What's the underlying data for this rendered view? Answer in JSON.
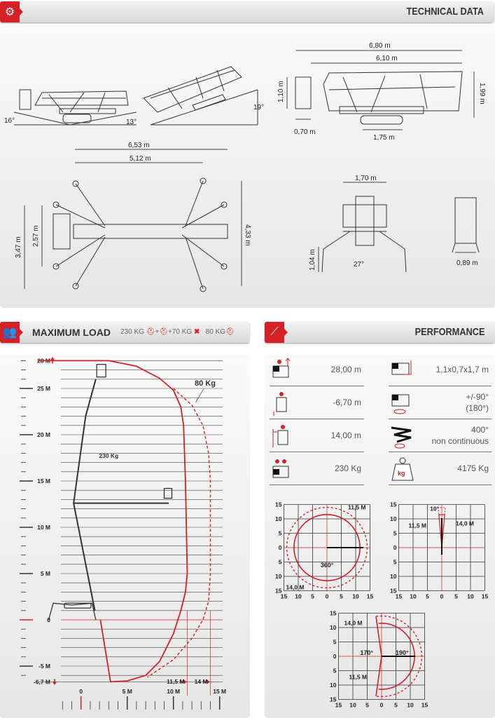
{
  "technical_header": {
    "title": "TECHNICAL DATA",
    "icon": "gear-icon"
  },
  "dimensions": {
    "slope_left": "16°",
    "slope_mid": "13°",
    "slope_right": "19°",
    "length_total": "6,80 m",
    "length_base": "6,10 m",
    "basket_height": "1,10 m",
    "height_total": "1,99 m",
    "basket_depth": "0,70 m",
    "track_length": "1,75 m",
    "outrigger_span_total": "6,53 m",
    "outrigger_span_inner": "5,12 m",
    "width_left_outer": "3,47 m",
    "width_left_inner": "2,57 m",
    "width_right": "4,33 m",
    "front_width": "1,70 m",
    "front_ground_clearance": "1,04 m",
    "front_angle": "27°",
    "narrow_width": "0,89 m"
  },
  "load_header": {
    "title": "MAXIMUM LOAD",
    "cap1": "230 KG",
    "plus1": "+",
    "plus2": "+",
    "cap2": "70 KG",
    "cap3": "80 KG",
    "icon": "two-persons-icon"
  },
  "performance_header": {
    "title": "PERFORMANCE",
    "icon": "boom-lift-icon"
  },
  "performance": {
    "left": [
      {
        "icon": "max-height-icon",
        "value": "28,00 m"
      },
      {
        "icon": "max-depth-icon",
        "value": "-6,70 m"
      },
      {
        "icon": "max-outreach-icon",
        "value": "14,00 m"
      },
      {
        "icon": "basket-load-icon",
        "value": "230 Kg"
      }
    ],
    "right": [
      {
        "icon": "basket-size-icon",
        "value": "1,1x0,7x1,7 m"
      },
      {
        "icon": "basket-rotation-icon",
        "value": "+/-90°",
        "value2": "(180°)"
      },
      {
        "icon": "turret-rotation-icon",
        "value": "400°",
        "value2": "non continuous"
      },
      {
        "icon": "weight-icon",
        "value": "4175 Kg",
        "badge": "kg"
      }
    ]
  },
  "chart_data": {
    "type": "line",
    "title": "Working envelope",
    "y_ticks": [
      {
        "v": 28,
        "label": "28 M"
      },
      {
        "v": 25,
        "label": "25 M"
      },
      {
        "v": 20,
        "label": "20 M"
      },
      {
        "v": 15,
        "label": "15 M"
      },
      {
        "v": 10,
        "label": "10 M"
      },
      {
        "v": 5,
        "label": "5 M"
      },
      {
        "v": 0,
        "label": "0"
      },
      {
        "v": -5,
        "label": "-5 M"
      },
      {
        "v": -6.7,
        "label": "-6,7 M"
      }
    ],
    "x_ticks": [
      {
        "v": 0,
        "label": "0"
      },
      {
        "v": 5,
        "label": "5 M"
      },
      {
        "v": 10,
        "label": "10 M"
      },
      {
        "v": 15,
        "label": "15 M"
      }
    ],
    "reach_marks": [
      {
        "v": 11.5,
        "label": "11,5 M"
      },
      {
        "v": 14,
        "label": "14 M"
      }
    ],
    "xlim": [
      -2,
      15
    ],
    "ylim": [
      -6.7,
      28
    ],
    "series": [
      {
        "name": "230 Kg",
        "style": "solid",
        "points": [
          [
            -4.7,
            28
          ],
          [
            3,
            28
          ],
          [
            6,
            27.4
          ],
          [
            8.5,
            26.1
          ],
          [
            10,
            24.8
          ],
          [
            10.8,
            23
          ],
          [
            11.1,
            21
          ],
          [
            11.3,
            15
          ],
          [
            11.5,
            5
          ],
          [
            11.3,
            3
          ],
          [
            10.8,
            1
          ],
          [
            10,
            -1.5
          ],
          [
            8.5,
            -4.5
          ],
          [
            7,
            -6
          ],
          [
            5,
            -6.6
          ],
          [
            3.2,
            -6.7
          ],
          [
            2.1,
            0
          ]
        ]
      },
      {
        "name": "80 Kg",
        "style": "dashed",
        "points": [
          [
            10,
            25
          ],
          [
            12,
            23.2
          ],
          [
            13.2,
            21
          ],
          [
            13.8,
            18
          ],
          [
            14,
            15
          ],
          [
            14,
            5
          ],
          [
            13.8,
            2
          ],
          [
            13.2,
            0
          ],
          [
            12,
            -2
          ],
          [
            10,
            -4.3
          ],
          [
            7.2,
            -6.2
          ]
        ]
      }
    ]
  },
  "polar": [
    {
      "label_a": "11,5 M",
      "label_b": "14,0 M",
      "angle": "360°",
      "ticks": [
        "15",
        "10",
        "5",
        "0",
        "5",
        "10",
        "15"
      ]
    },
    {
      "label_a": "11,5 M",
      "label_b": "14,0 M",
      "angle": "10°",
      "ticks": [
        "15",
        "10",
        "5",
        "0",
        "5",
        "10",
        "15"
      ]
    },
    {
      "label_a": "14,0 M",
      "label_b": "11,5 M",
      "angle_left": "170°",
      "angle_right": "190°",
      "ticks": [
        "15",
        "10",
        "5",
        "0",
        "5",
        "10",
        "15"
      ]
    }
  ],
  "colors": {
    "accent": "#d52027",
    "grid": "#333333"
  }
}
